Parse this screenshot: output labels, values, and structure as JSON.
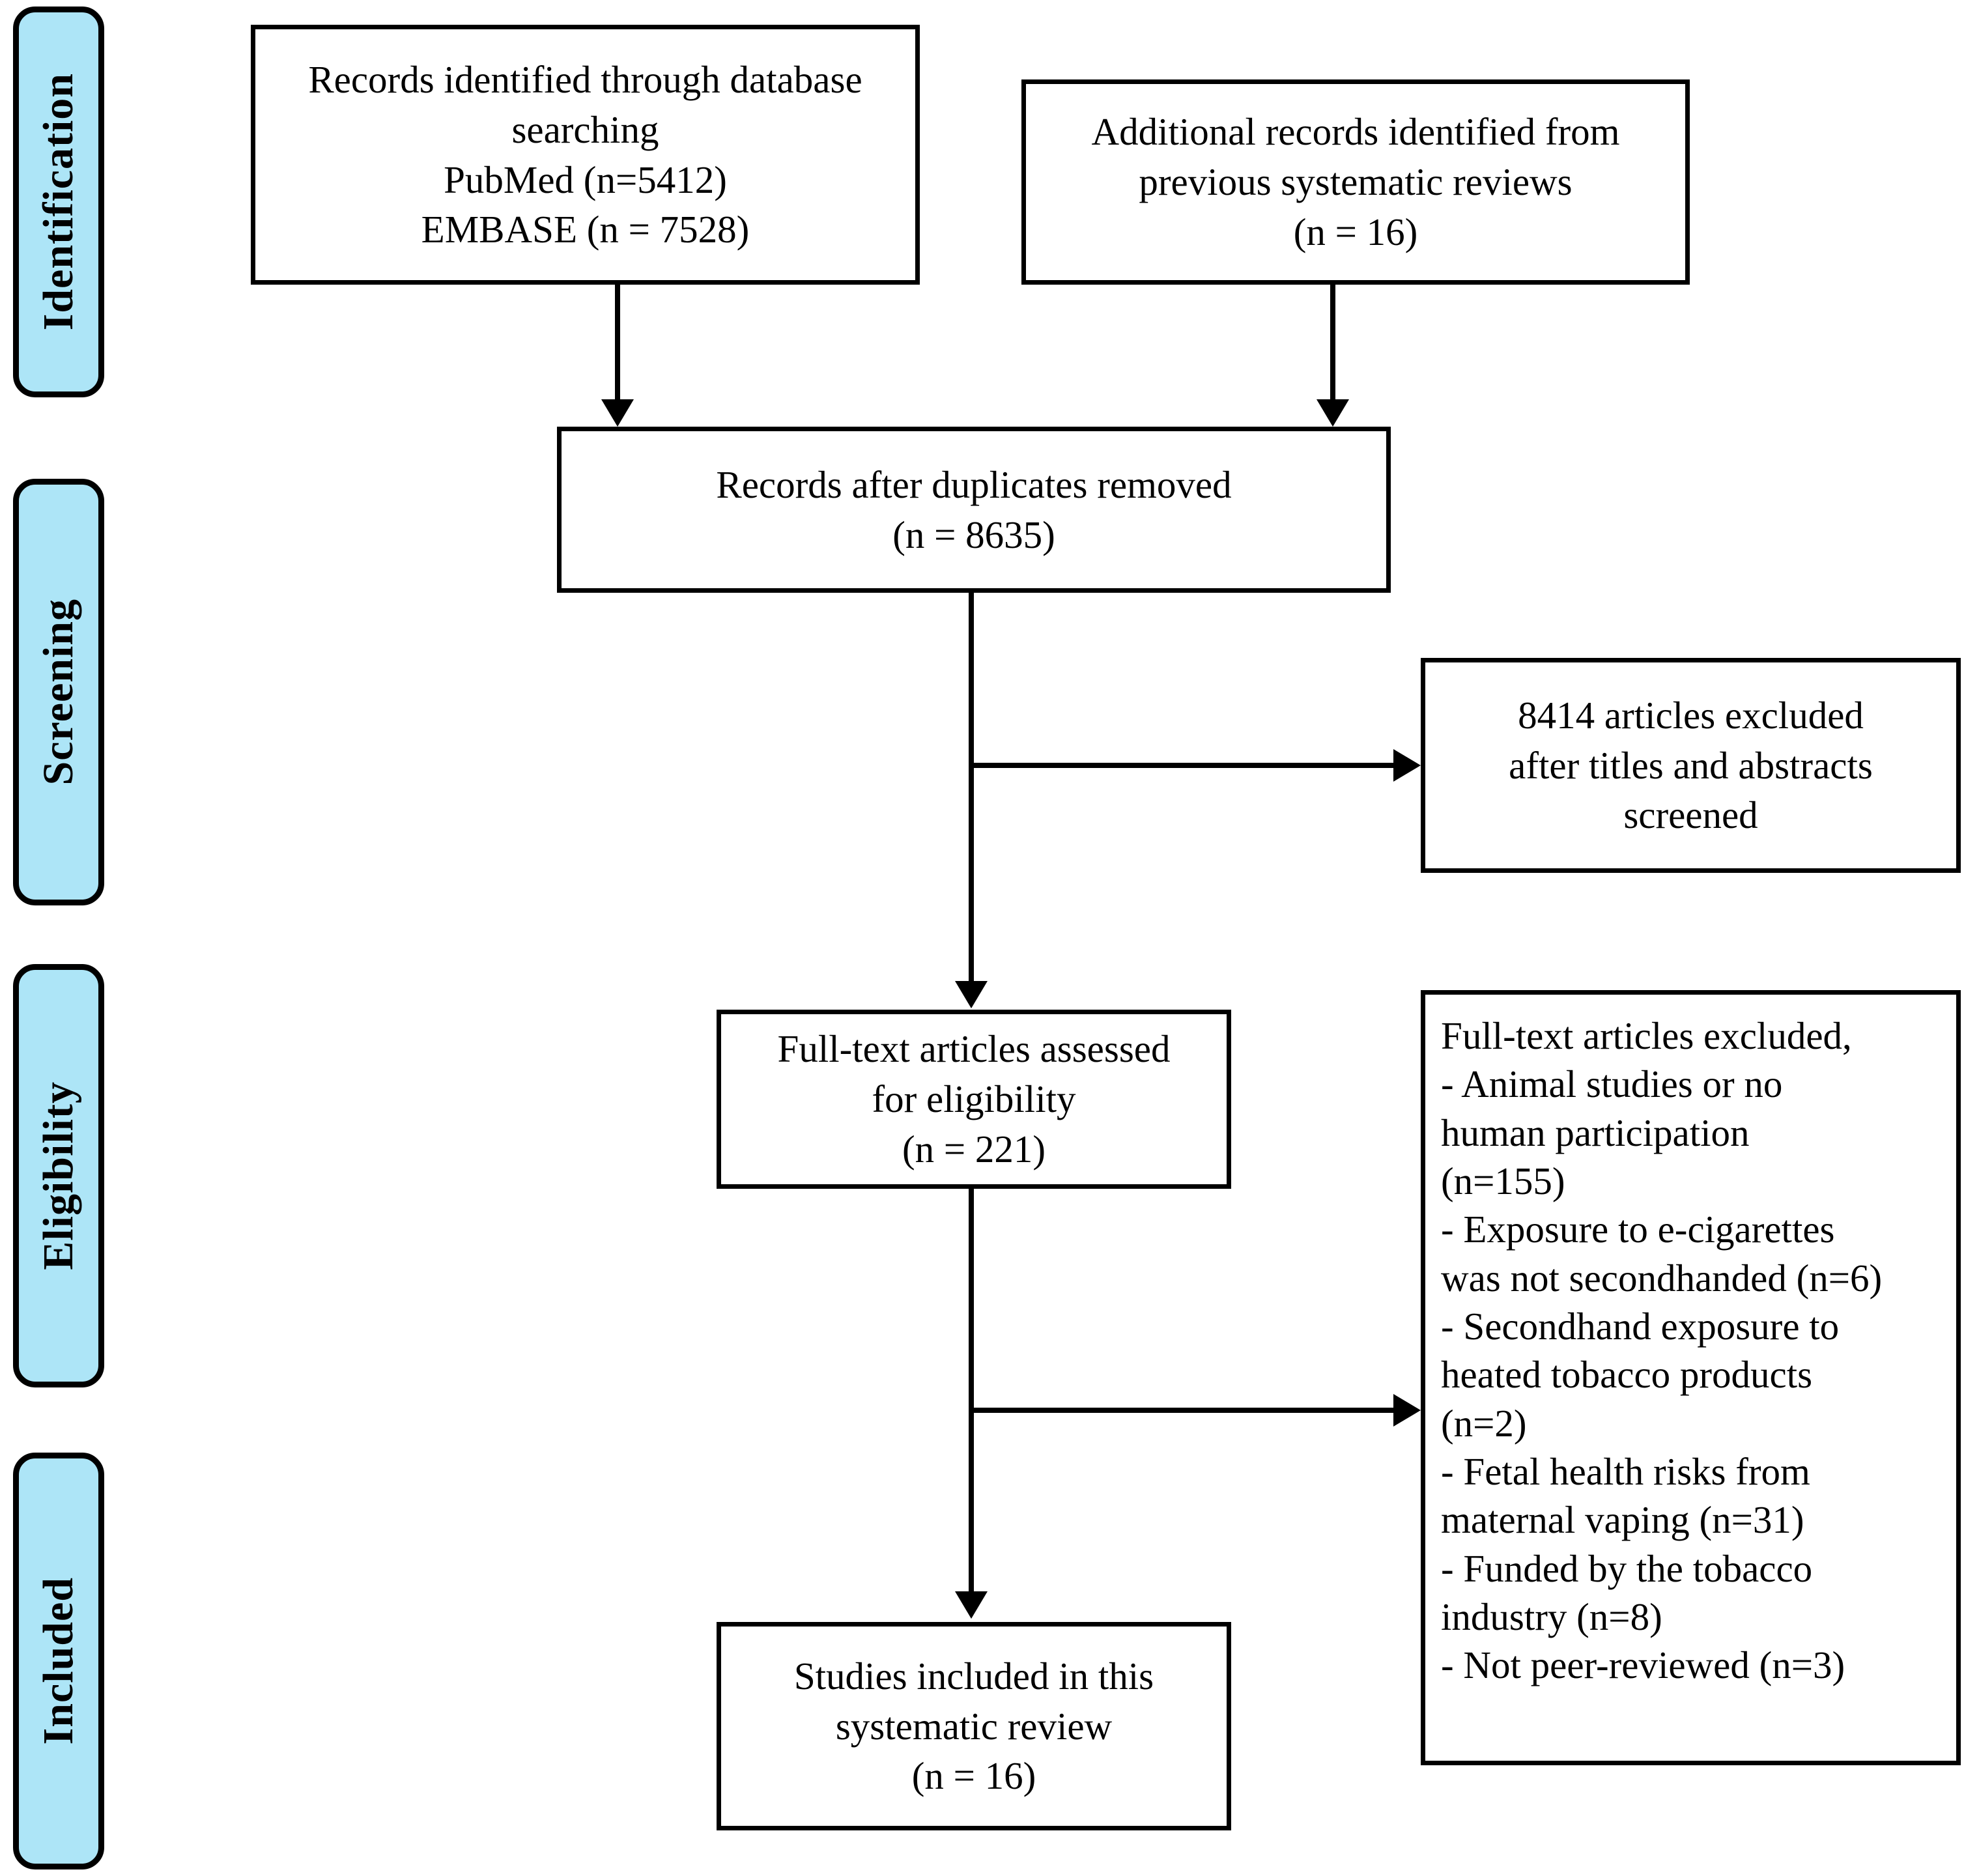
{
  "diagram": {
    "title": "PRISMA flow diagram",
    "accent_color": "#ade5f7",
    "line_color": "#000000",
    "box_fill": "#ffffff"
  },
  "stages": [
    {
      "key": "identification",
      "label": "Identification"
    },
    {
      "key": "screening",
      "label": "Screening"
    },
    {
      "key": "eligibility",
      "label": "Eligibility"
    },
    {
      "key": "included",
      "label": "Included"
    }
  ],
  "nodes": {
    "records_identified": {
      "text": "Records identified through database\nsearching\nPubMed (n=5412)\nEMBASE (n = 7528)"
    },
    "additional_records": {
      "text": "Additional records identified from\nprevious systematic reviews\n(n = 16)"
    },
    "after_duplicates": {
      "text": "Records after duplicates removed\n(n = 8635)"
    },
    "screening_excluded": {
      "text": "8414 articles excluded\nafter titles and abstracts\nscreened"
    },
    "fulltext_assessed": {
      "text": "Full-text articles assessed\nfor eligibility\n(n = 221)"
    },
    "fulltext_excluded": {
      "text": "Full-text articles excluded,\n- Animal studies or no\nhuman participation\n(n=155)\n- Exposure to e-cigarettes\nwas not secondhanded (n=6)\n- Secondhand exposure to\nheated tobacco products\n(n=2)\n- Fetal health risks from\nmaternal vaping (n=31)\n- Funded by the tobacco\nindustry (n=8)\n- Not peer-reviewed (n=3)"
    },
    "studies_included": {
      "text": "Studies included in this\nsystematic review\n(n = 16)"
    }
  },
  "counts": {
    "pubmed": 5412,
    "embase": 7528,
    "additional_from_reviews": 16,
    "after_duplicates_removed": 8635,
    "excluded_title_abstract": 8414,
    "fulltext_assessed": 221,
    "excluded_animal_or_no_human": 155,
    "excluded_not_secondhand": 6,
    "excluded_heated_tobacco": 2,
    "excluded_maternal_vaping": 31,
    "excluded_tobacco_funded": 8,
    "excluded_not_peer_reviewed": 3,
    "studies_included": 16
  }
}
